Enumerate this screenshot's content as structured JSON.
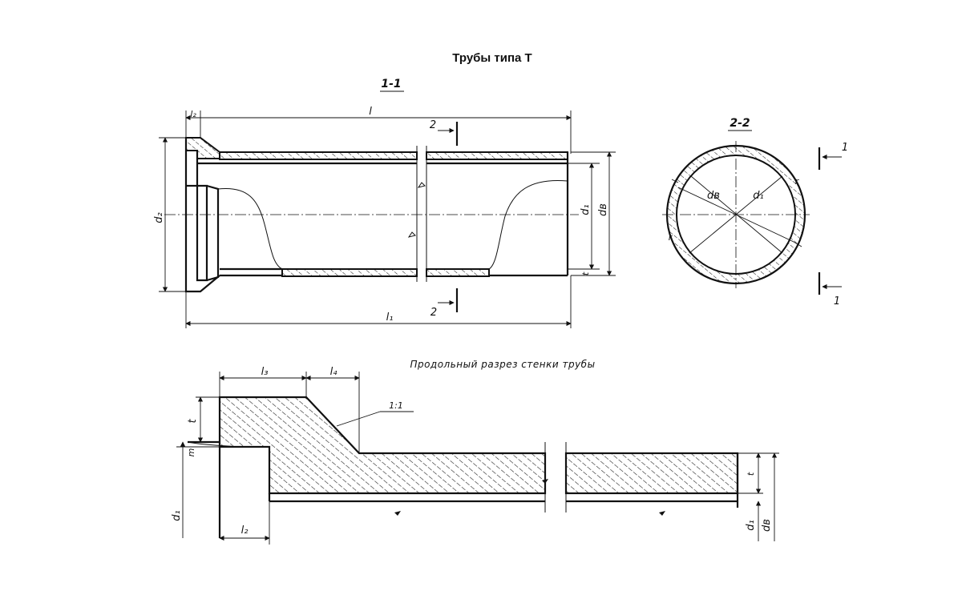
{
  "title": "Трубы типа Т",
  "section_1_1": {
    "label": "1-1",
    "dims": {
      "l": "l",
      "l2": "l₂",
      "l1": "l₁",
      "d2": "d₂",
      "d1": "d₁",
      "dB": "dв",
      "t": "t"
    },
    "cut_marks": {
      "top": "2",
      "bottom": "2"
    }
  },
  "section_2_2": {
    "label": "2-2",
    "dims": {
      "dB": "dв",
      "d1": "d₁",
      "r1": "r",
      "r2": "r"
    },
    "cut_marks": {
      "top": "1",
      "bottom": "1"
    }
  },
  "wall_section": {
    "caption": "Продольный разрез стенки трубы",
    "dims": {
      "l3": "l₃",
      "l4": "l₄",
      "slope": "1:1",
      "t_left": "t",
      "m": "m",
      "d1_left": "d₁",
      "l2": "l₂",
      "t_right": "t",
      "d1_right": "d₁",
      "dB": "dв"
    }
  }
}
